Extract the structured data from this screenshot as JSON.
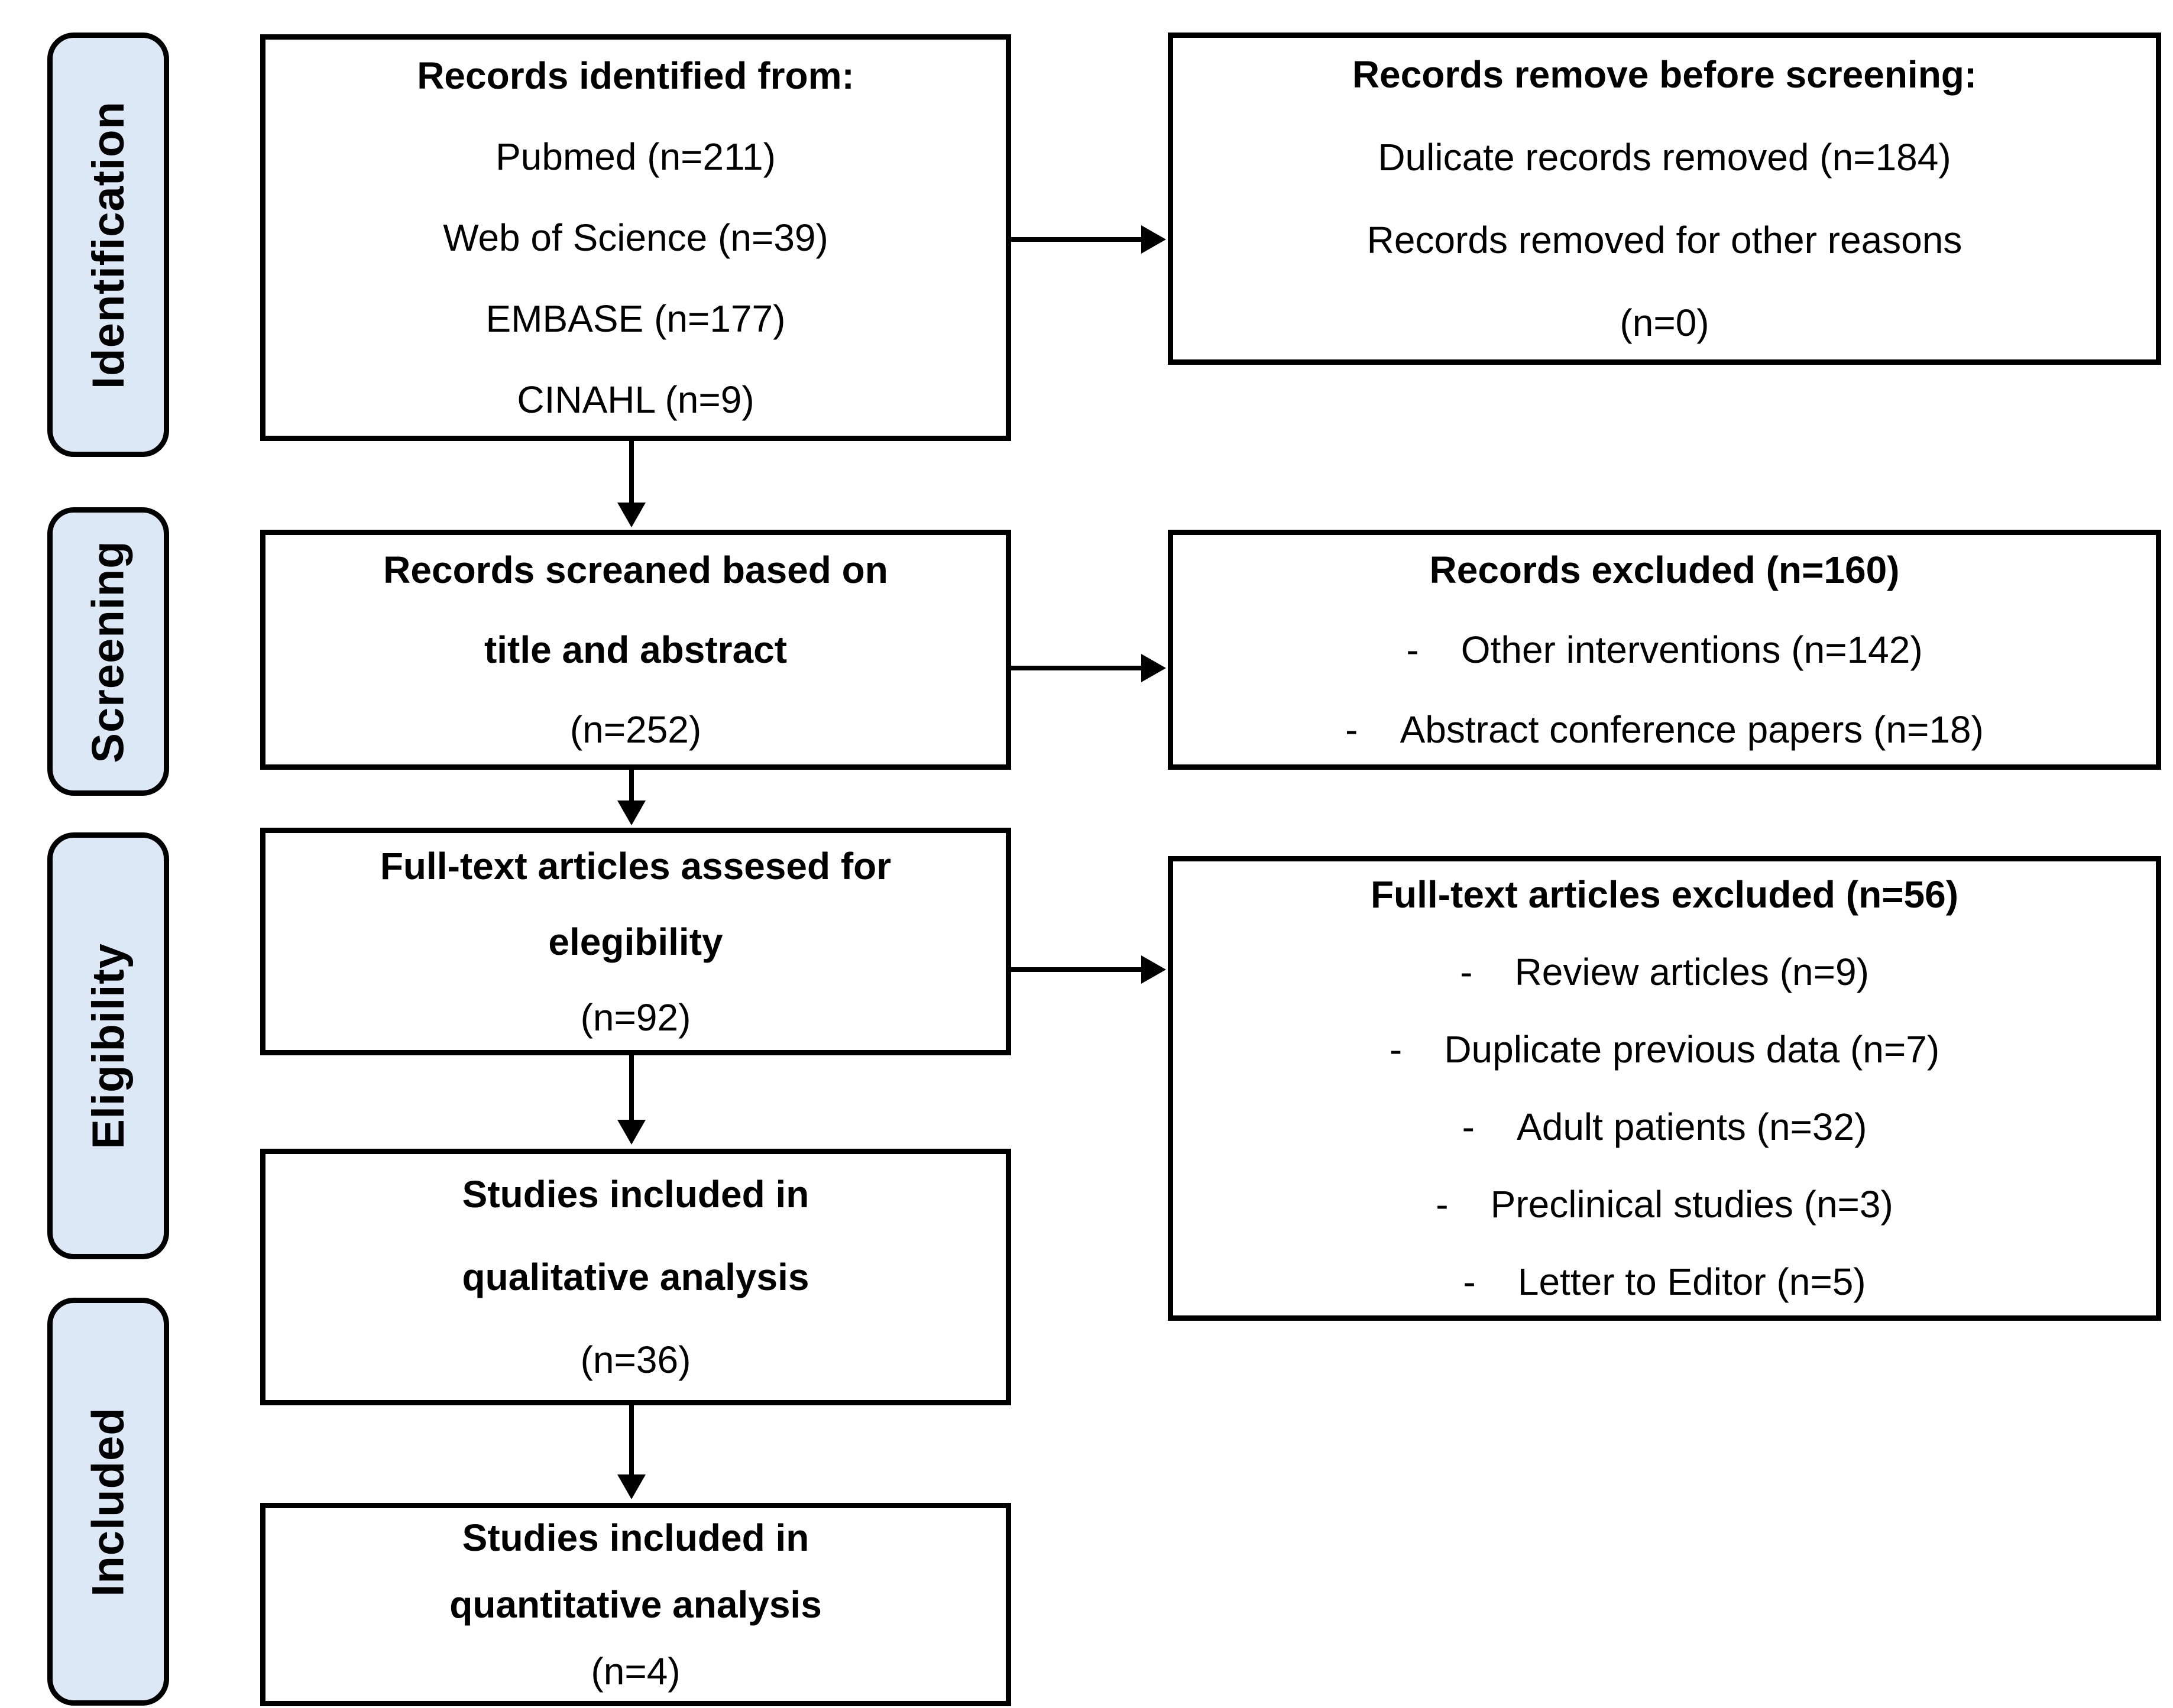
{
  "palette": {
    "stage_fill": "#dce8f6",
    "border": "#000000",
    "background": "#ffffff",
    "text": "#000000"
  },
  "stages": [
    {
      "label": "Identification"
    },
    {
      "label": "Screening"
    },
    {
      "label": "Eligibility"
    },
    {
      "label": "Included"
    }
  ],
  "boxes": {
    "identified": {
      "lines": [
        "Records identified from:",
        "Pubmed (n=211)",
        "Web of Science (n=39)",
        "EMBASE (n=177)",
        "CINAHL (n=9)"
      ]
    },
    "removed_before_screening": {
      "lines": [
        "Records remove before screening:",
        "Dulicate records removed (n=184)",
        "Records removed for other reasons",
        "(n=0)"
      ]
    },
    "screened": {
      "lines": [
        "Records screaned based on",
        "title and abstract",
        "(n=252)"
      ]
    },
    "records_excluded": {
      "lines": [
        "Records excluded (n=160)",
        "-    Other interventions (n=142)",
        "-    Abstract conference papers (n=18)"
      ]
    },
    "fulltext_assessed": {
      "lines": [
        "Full-text articles assesed for",
        "elegibility",
        "(n=92)"
      ]
    },
    "fulltext_excluded": {
      "lines": [
        "Full-text articles excluded (n=56)",
        "-    Review articles (n=9)",
        "-    Duplicate previous data (n=7)",
        "-    Adult patients (n=32)",
        "-    Preclinical studies (n=3)",
        "-    Letter to Editor (n=5)"
      ]
    },
    "qualitative": {
      "lines": [
        "Studies included in",
        "qualitative analysis",
        "(n=36)"
      ]
    },
    "quantitative": {
      "lines": [
        "Studies included in",
        "quantitative analysis",
        "(n=4)"
      ]
    }
  }
}
